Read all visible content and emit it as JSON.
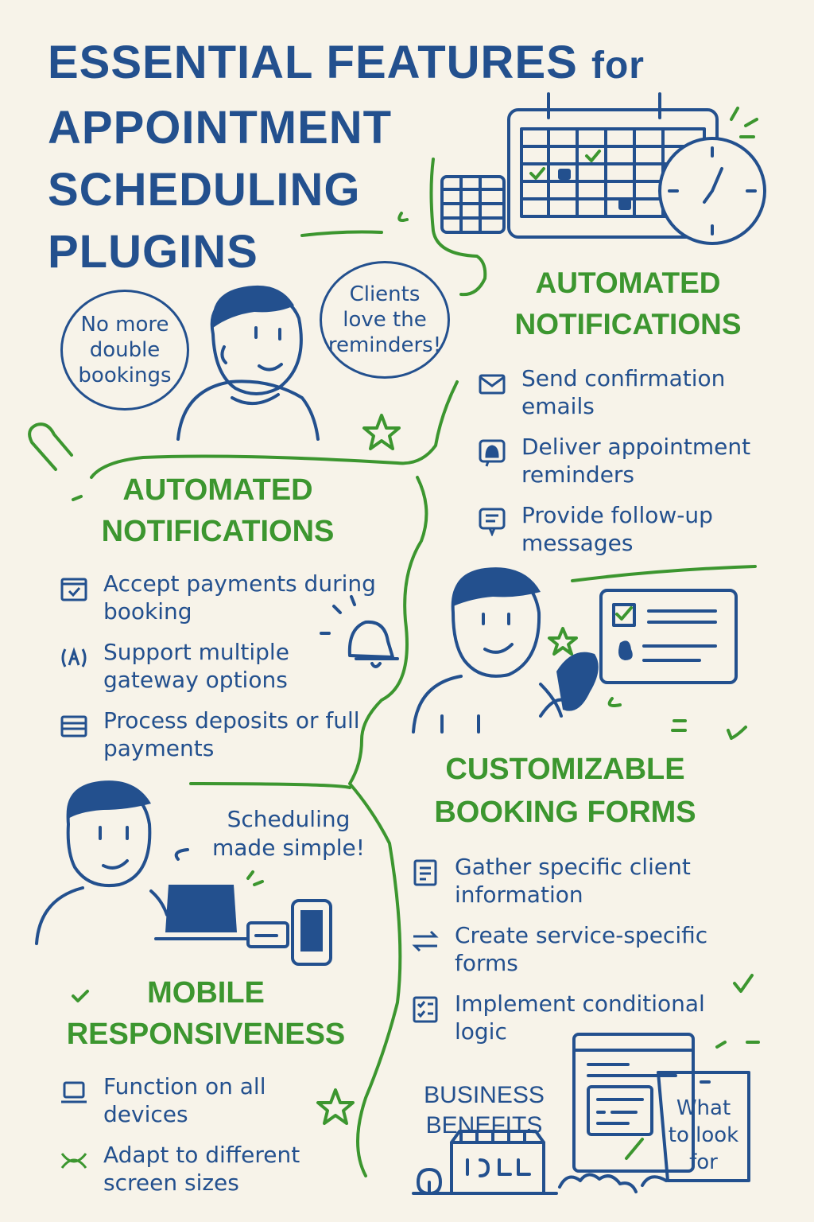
{
  "title": {
    "line1_caps": "ESSENTIAL FEATURES",
    "line1_low": "for",
    "line2": "APPOINTMENT",
    "line3": "SCHEDULING",
    "line4": "PLUGINS"
  },
  "bubbles": {
    "left": "No more double bookings",
    "right": "Clients love the reminders!",
    "laptop": "Scheduling made simple!"
  },
  "sections": {
    "notifications": {
      "heading": "AUTOMATED NOTIFICATIONS",
      "items": [
        {
          "icon": "envelope-icon",
          "text": "Send confirmation emails"
        },
        {
          "icon": "bell-icon",
          "text": "Deliver appointment reminders"
        },
        {
          "icon": "message-icon",
          "text": "Provide follow-up messages"
        }
      ]
    },
    "payments": {
      "heading": "AUTOMATED NOTIFICATIONS",
      "items": [
        {
          "icon": "card-check-icon",
          "text": "Accept payments during booking"
        },
        {
          "icon": "gateway-icon",
          "text": "Support multiple gateway options"
        },
        {
          "icon": "credit-card-icon",
          "text": "Process deposits or full payments"
        }
      ]
    },
    "forms": {
      "heading": "CUSTOMIZABLE BOOKING FORMS",
      "items": [
        {
          "icon": "form-icon",
          "text": "Gather specific client information"
        },
        {
          "icon": "swap-arrows-icon",
          "text": "Create service-specific forms"
        },
        {
          "icon": "logic-checklist-icon",
          "text": "Implement conditional logic"
        }
      ]
    },
    "mobile": {
      "heading": "MOBILE RESPONSIVENESS",
      "items": [
        {
          "icon": "laptop-icon",
          "text": "Function on all devices"
        },
        {
          "icon": "resize-icon",
          "text": "Adapt to different screen sizes"
        }
      ]
    }
  },
  "business": {
    "label": "BUSINESS BENEFITS",
    "note": "What to look for"
  },
  "colors": {
    "background": "#f7f3e9",
    "blue": "#23508e",
    "green": "#3c962f"
  }
}
